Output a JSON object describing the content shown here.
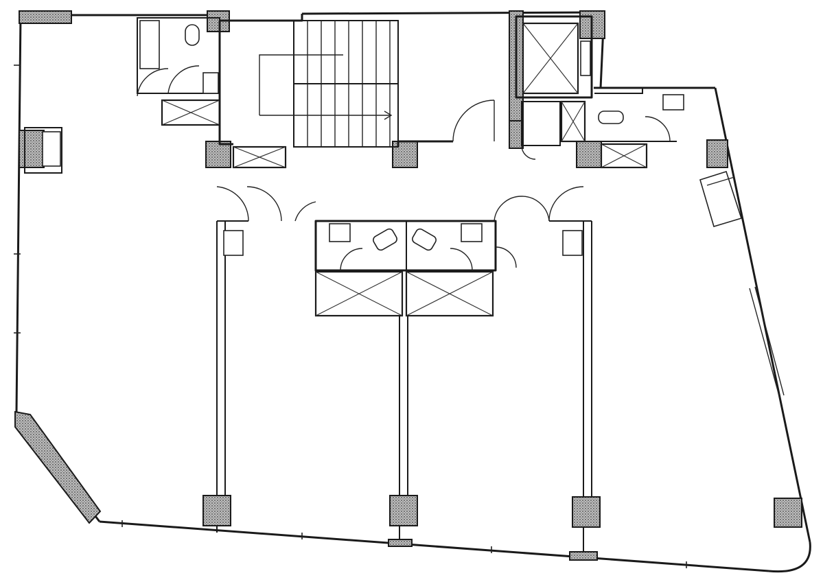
{
  "colors": {
    "wall": "#1a1a1a",
    "background": "#ffffff",
    "column_hatch": "#777777"
  },
  "plan_elements": {
    "outer_wall": "building-outline",
    "stair": "stairwell",
    "elevators": [
      "elevator-shaft-top",
      "elevator-shaft-left-center",
      "elevator-shaft-right-center"
    ],
    "toilets": [
      "toilet-top-left",
      "toilet-top-right",
      "toilet-center-left",
      "toilet-center-right"
    ]
  }
}
